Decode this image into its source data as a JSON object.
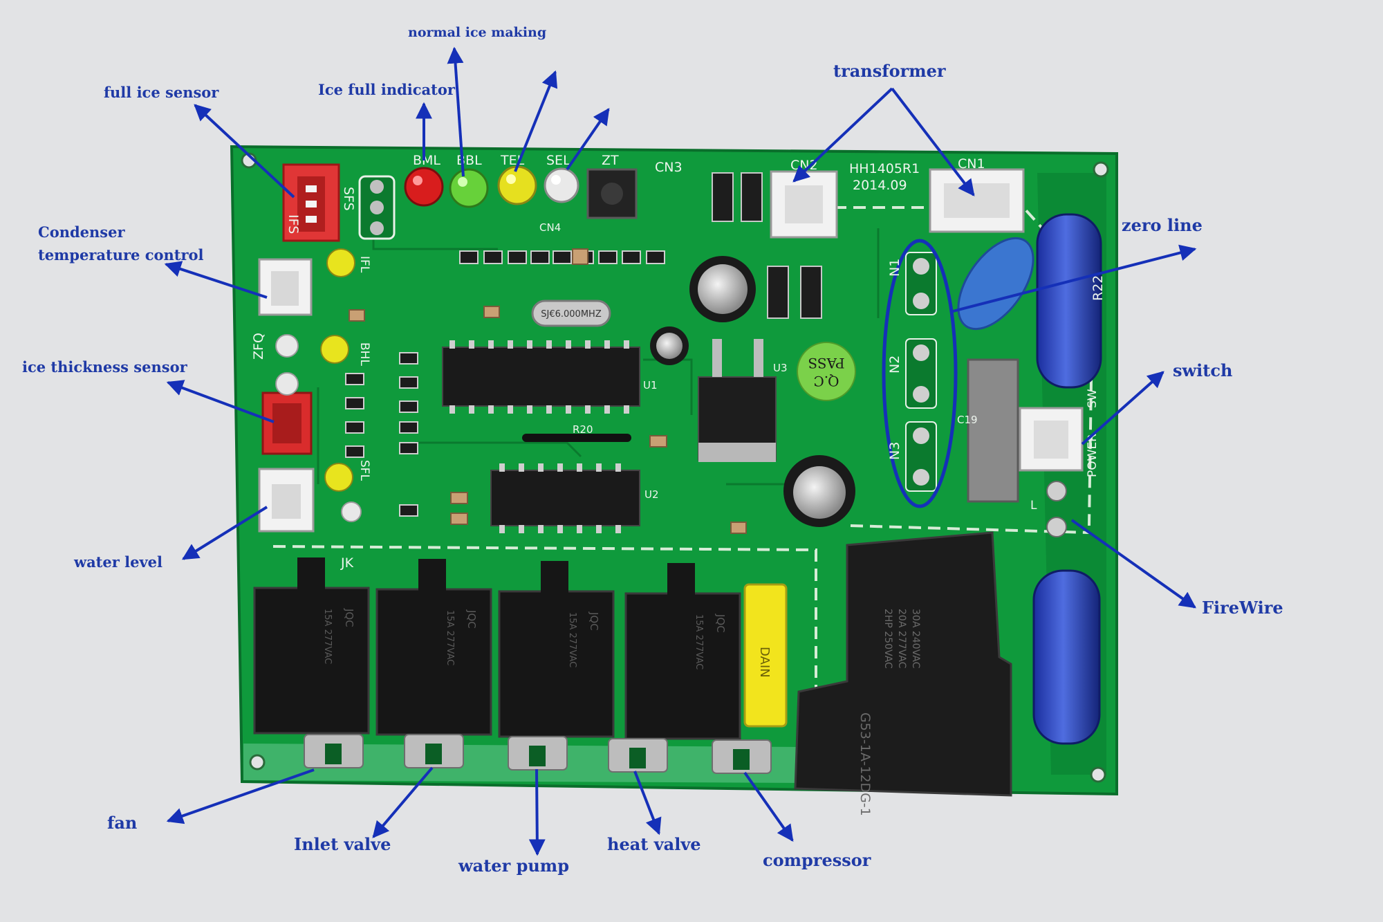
{
  "colors": {
    "board": "#0f9a3c",
    "board_dark": "#0b7a2e",
    "silkscreen": "#eef5ee",
    "relay": "#161616",
    "arrow": "#1530b8",
    "label": "#1f3aa6",
    "background": "#e2e3e5"
  },
  "labels": {
    "normal_ice_making": "normal ice making",
    "ice_full_indicator": "Ice full indicator",
    "full_ice_sensor": "full ice sensor",
    "transformer": "transformer",
    "zero_line": "zero line",
    "condenser_line1": "Condenser",
    "condenser_line2": "temperature control",
    "ice_thickness_sensor": "ice thickness sensor",
    "switch": "switch",
    "water_level": "water level",
    "firewire": "FireWire",
    "fan": "fan",
    "inlet_valve": "Inlet valve",
    "water_pump": "water pump",
    "heat_valve": "heat valve",
    "compressor": "compressor"
  },
  "silkscreen": {
    "led_bml": "BML",
    "led_bbl": "BBL",
    "led_tel": "TEL",
    "led_sel": "SEL",
    "switch_zt": "ZT",
    "cn1": "CN1",
    "cn2": "CN2",
    "cn3": "CN3",
    "cn4": "CN4",
    "board_model": "HH1405R1",
    "board_date": "2014.09",
    "ifs": "IFS",
    "sfs": "SFS",
    "ifl": "IFL",
    "bhl": "BHL",
    "sfl": "SFL",
    "zfq": "ZFQ",
    "jk": "JK",
    "n1": "N1",
    "n2": "N2",
    "n3": "N3",
    "r20": "R20",
    "r22": "R22",
    "c19": "C19",
    "power": "POWER",
    "sw": "SW",
    "l_mark": "L",
    "u1": "U1",
    "u2": "U2",
    "u3": "U3",
    "qc_line1": "Q.C",
    "qc_line2": "PASS",
    "crystal": "SJ€6.000MHZ",
    "yellow_cap": "DAIN",
    "main_relay_model": "G53-1A-12DG-1",
    "main_relay_rating1": "30A 240VAC",
    "main_relay_rating2": "20A 277VAC",
    "main_relay_rating3": "2HP 250VAC",
    "small_relay_brand": "JQC",
    "small_relay_rating": "15A 277VAC"
  }
}
